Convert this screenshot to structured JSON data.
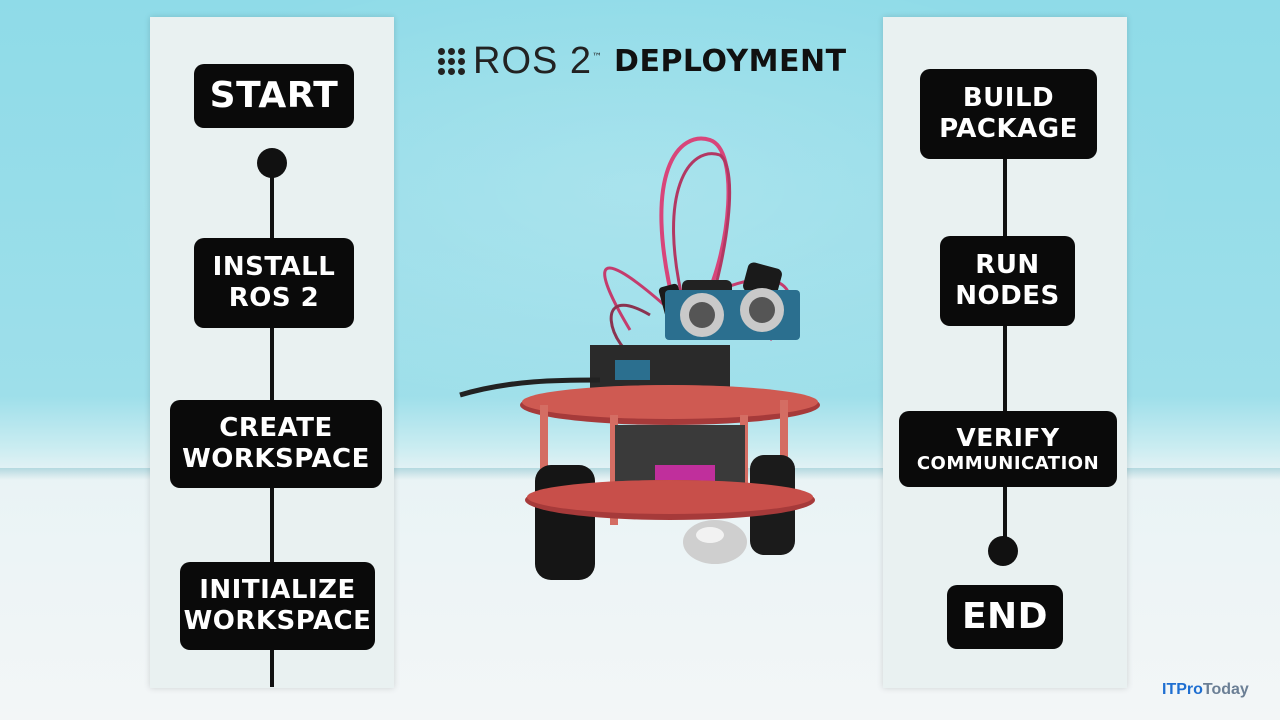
{
  "title": {
    "logo_text": "ROS 2",
    "trademark": "™",
    "heading": "DEPLOYMENT"
  },
  "left_steps": [
    {
      "lines": [
        "START"
      ]
    },
    {
      "lines": [
        "INSTALL",
        "ROS 2"
      ]
    },
    {
      "lines": [
        "CREATE",
        "WORKSPACE"
      ]
    },
    {
      "lines": [
        "INITIALIZE",
        "WORKSPACE"
      ]
    }
  ],
  "right_steps": [
    {
      "lines": [
        "BUILD",
        "PACKAGE"
      ]
    },
    {
      "lines": [
        "RUN",
        "NODES"
      ]
    },
    {
      "lines": [
        "VERIFY",
        "COMMUNICATION"
      ]
    },
    {
      "lines": [
        "END"
      ]
    }
  ],
  "watermark": {
    "part1": "ITPro",
    "part2": "Today"
  },
  "colors": {
    "background": "#8fdbe8",
    "panel": "#e9f1f1",
    "pill": "#0a0a0a",
    "pill_text": "#ffffff"
  }
}
